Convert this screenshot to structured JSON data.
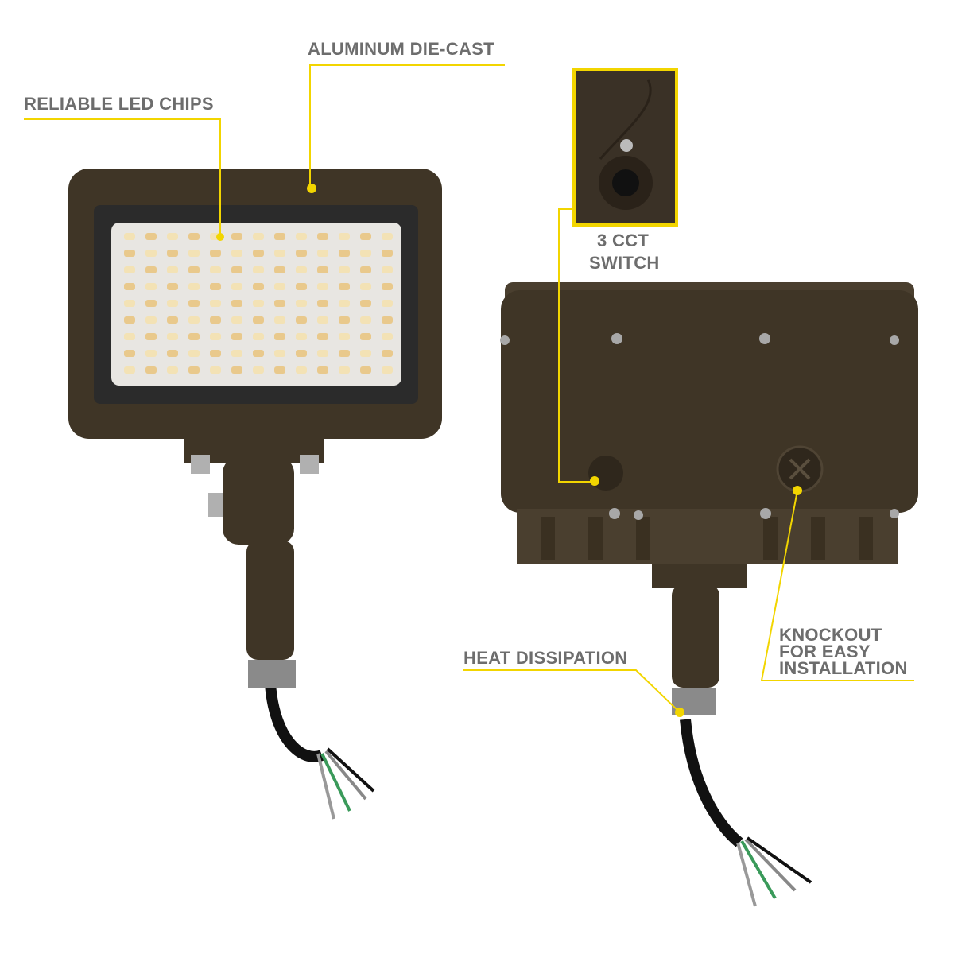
{
  "callouts": {
    "aluminum": "ALUMINUM DIE-CAST",
    "led_chips": "RELIABLE LED CHIPS",
    "cct_switch_line1": "3 CCT",
    "cct_switch_line2": "SWITCH",
    "heat": "HEAT DISSIPATION",
    "knockout_line1": "KNOCKOUT",
    "knockout_line2": "FOR EASY",
    "knockout_line3": "INSTALLATION"
  },
  "colors": {
    "label_text": "#6d6d6d",
    "leader_line": "#f2d500",
    "housing": "#3f3526",
    "led_panel": "#e8e6e2"
  }
}
